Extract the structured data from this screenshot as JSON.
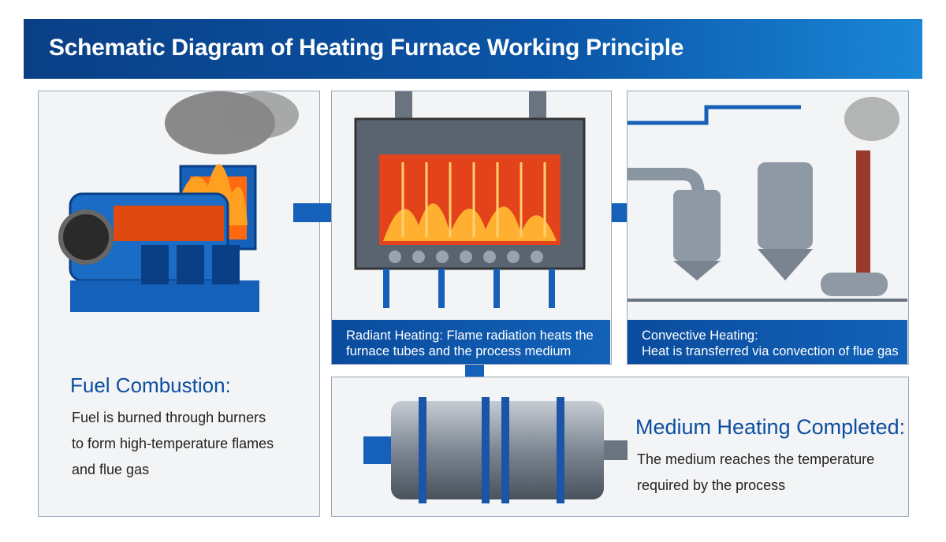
{
  "title": "Schematic Diagram of Heating Furnace Working Principle",
  "steps": {
    "combustion": {
      "heading": "Fuel Combustion:",
      "body": [
        "Fuel is burned through burners",
        "to form high-temperature flames",
        "and flue gas"
      ]
    },
    "radiant": {
      "caption": [
        "Radiant Heating: Flame radiation heats the",
        "furnace tubes and the process medium"
      ]
    },
    "convective": {
      "caption": [
        "Convective Heating:",
        "Heat is transferred via convection of flue gas"
      ]
    },
    "completed": {
      "heading": "Medium Heating Completed:",
      "body": [
        "The medium reaches the temperature",
        "required by the process"
      ]
    }
  },
  "colors": {
    "brand_blue": "#0b56a8",
    "arrow_blue": "#1560b8",
    "flame": "#ff7a1a"
  }
}
